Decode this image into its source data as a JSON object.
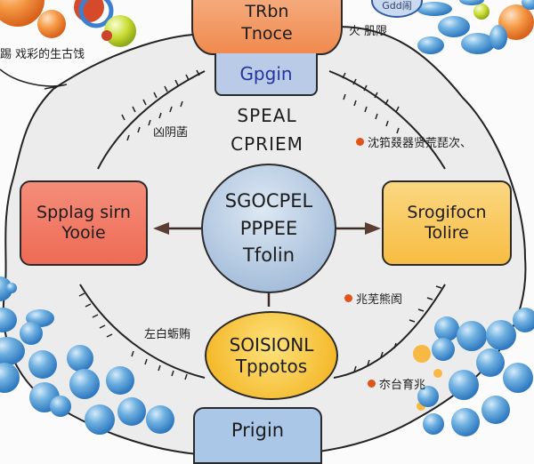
{
  "diagram": {
    "top_node": {
      "line1": "TRbn",
      "line2": "Tnoce"
    },
    "top_subnode": {
      "label": "Gpgin"
    },
    "heading": {
      "line1": "SPEAL",
      "line2": "CPRIEM"
    },
    "center_node": {
      "line1": "SGOCPEL",
      "line2": "PPPEE",
      "line3": "Tfolin"
    },
    "left_node": {
      "line1": "Spplag sirn",
      "line2": "Yooie"
    },
    "right_node": {
      "line1": "Srogifocn",
      "line2": "Tolire"
    },
    "bottom_node": {
      "line1": "SOISIONL",
      "line2": "Tppotos"
    },
    "bottom_subnode": {
      "label": "Prigin"
    },
    "top_badge": {
      "label": "Gdd闹"
    },
    "notes": {
      "top_left": "踢 戏彩的生古饯",
      "top_right": "火 肌限",
      "upper_left_arc": "凶阴菡",
      "upper_right_arc": "沈筘叕器贤荒琵次、",
      "lower_left_arc": "左白蛎贿",
      "lower_right_arc_1": "兆芜熊阂",
      "lower_right_arc_2": "夵台育兆"
    },
    "colors": {
      "top_node": "#f39a63",
      "subnode_blue": "#b9cbe6",
      "left_node": "#f07a64",
      "right_node": "#f9c95c",
      "center_node": "#a9c1dc",
      "bottom_node": "#f6c23a",
      "bullet": "#e0531b",
      "bubble_blue": "#5b9bd5"
    }
  }
}
